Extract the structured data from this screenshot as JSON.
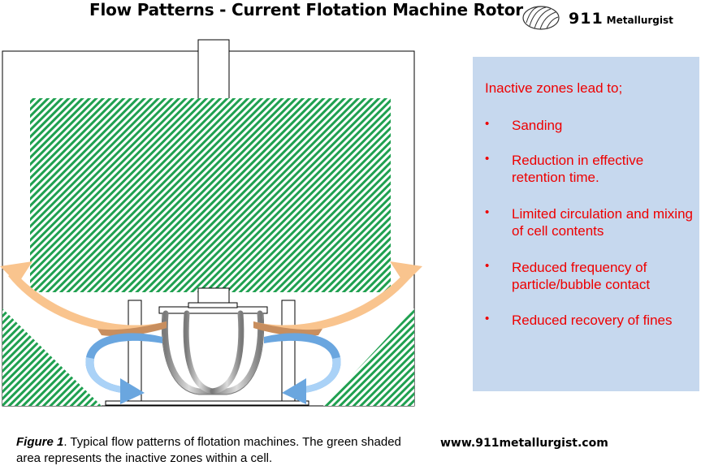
{
  "title": "Flow Patterns - Current Flotation Machine Rotor",
  "logo": {
    "number": "911",
    "word": "Metallurgist"
  },
  "panel": {
    "heading": "Inactive zones lead to;",
    "items": [
      "Sanding",
      "Reduction in effective retention time.",
      "Limited circulation and mixing of cell contents",
      "Reduced frequency of particle/bubble contact",
      "Reduced recovery of fines"
    ]
  },
  "caption": {
    "label": "Figure 1",
    "text": ". Typical flow patterns of flotation machines. The green shaded area represents the inactive zones within a cell."
  },
  "website": "www.911metallurgist.com",
  "colors": {
    "hatch": "#1fa050",
    "panel": "#c6d8ee",
    "panel_text": "#ee0000",
    "arrow_orange": "#f9c48e",
    "arrow_brown": "#c88e5e",
    "arrow_blue": "#6aa6df",
    "arrow_light_blue": "#aad2f7",
    "rotor": "#9a9a9a"
  }
}
